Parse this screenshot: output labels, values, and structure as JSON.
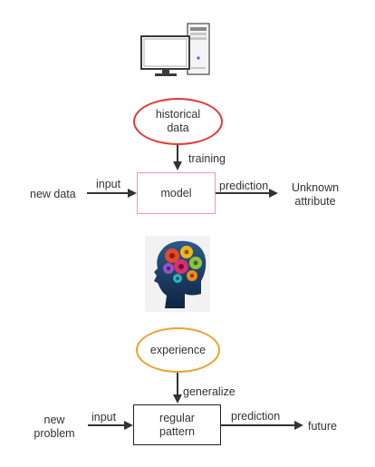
{
  "top": {
    "ellipse_line1": "historical",
    "ellipse_line2": "data",
    "training_label": "training",
    "input_label": "input",
    "left_label": "new data",
    "box_label": "model",
    "prediction_label": "prediction",
    "right_line1": "Unknown",
    "right_line2": "attribute"
  },
  "bottom": {
    "ellipse_label": "experience",
    "generalize_label": "generalize",
    "input_label": "input",
    "left_line1": "new",
    "left_line2": "problem",
    "box_line1": "regular",
    "box_line2": "pattern",
    "prediction_label": "prediction",
    "right_label": "future"
  },
  "icons": [
    "computer-icon",
    "brain-gears-icon"
  ],
  "colors": {
    "top_ellipse_border": "#e53935",
    "model_box_border": "#f48fc1",
    "bottom_ellipse_border": "#f0a030",
    "pattern_box_border": "#222222",
    "arrow": "#333333",
    "text": "#333333"
  }
}
